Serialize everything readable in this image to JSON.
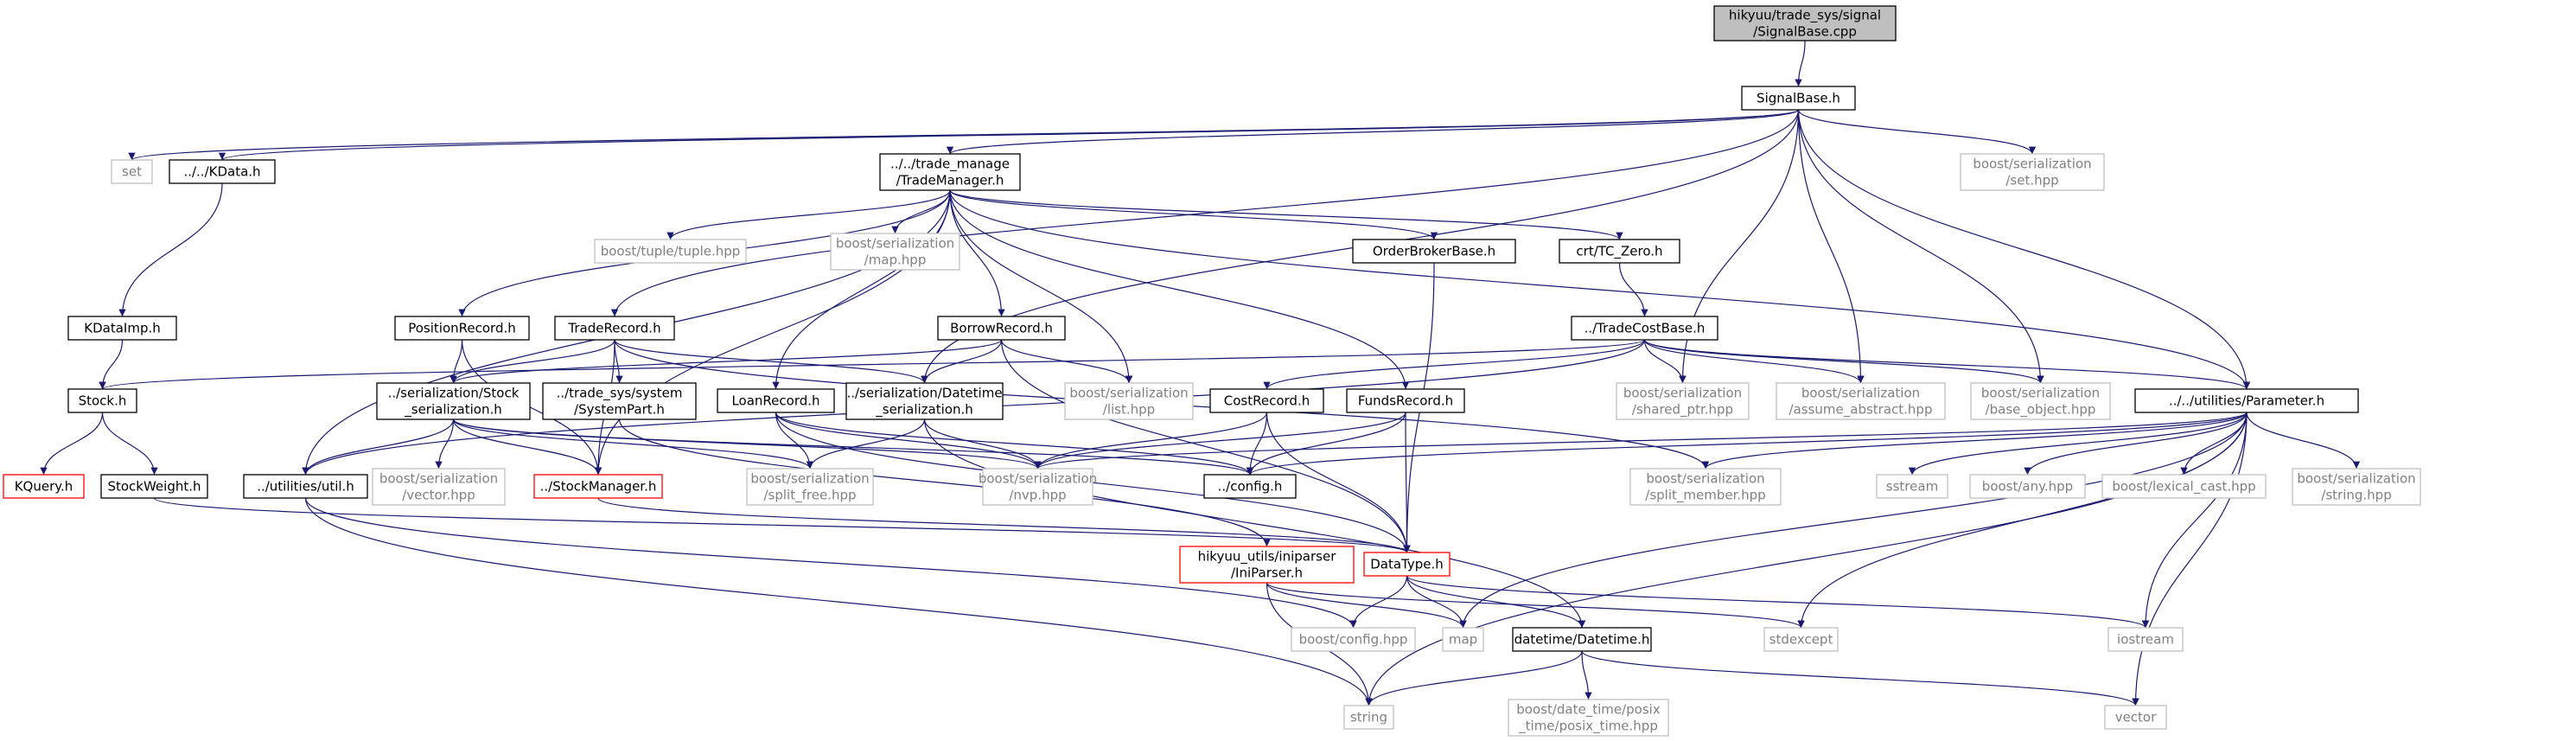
{
  "diagram": {
    "nodes": [
      {
        "id": "root",
        "label": [
          "hikyuu/trade_sys/signal",
          "/SignalBase.cpp"
        ],
        "style": "root"
      },
      {
        "id": "signalbase",
        "label": [
          "SignalBase.h"
        ],
        "style": "black"
      },
      {
        "id": "set",
        "label": [
          "set"
        ],
        "style": "gray"
      },
      {
        "id": "kdata",
        "label": [
          "../../KData.h"
        ],
        "style": "black"
      },
      {
        "id": "trademgr",
        "label": [
          "../../trade_manage",
          "/TradeManager.h"
        ],
        "style": "black"
      },
      {
        "id": "bs_set",
        "label": [
          "boost/serialization",
          "/set.hpp"
        ],
        "style": "gray"
      },
      {
        "id": "tuple",
        "label": [
          "boost/tuple/tuple.hpp"
        ],
        "style": "gray"
      },
      {
        "id": "bs_map",
        "label": [
          "boost/serialization",
          "/map.hpp"
        ],
        "style": "gray"
      },
      {
        "id": "orderbroker",
        "label": [
          "OrderBrokerBase.h"
        ],
        "style": "black"
      },
      {
        "id": "tczero",
        "label": [
          "crt/TC_Zero.h"
        ],
        "style": "black"
      },
      {
        "id": "kdataimp",
        "label": [
          "KDataImp.h"
        ],
        "style": "black"
      },
      {
        "id": "posrec",
        "label": [
          "PositionRecord.h"
        ],
        "style": "black"
      },
      {
        "id": "traderec",
        "label": [
          "TradeRecord.h"
        ],
        "style": "black"
      },
      {
        "id": "borrowrec",
        "label": [
          "BorrowRecord.h"
        ],
        "style": "black"
      },
      {
        "id": "tradecost",
        "label": [
          "../TradeCostBase.h"
        ],
        "style": "black"
      },
      {
        "id": "stock",
        "label": [
          "Stock.h"
        ],
        "style": "black"
      },
      {
        "id": "ser_stock",
        "label": [
          "../serialization/Stock",
          "_serialization.h"
        ],
        "style": "black"
      },
      {
        "id": "systempart",
        "label": [
          "../trade_sys/system",
          "/SystemPart.h"
        ],
        "style": "black"
      },
      {
        "id": "loanrec",
        "label": [
          "LoanRecord.h"
        ],
        "style": "black"
      },
      {
        "id": "ser_dt",
        "label": [
          "../serialization/Datetime",
          "_serialization.h"
        ],
        "style": "black"
      },
      {
        "id": "bs_list",
        "label": [
          "boost/serialization",
          "/list.hpp"
        ],
        "style": "gray"
      },
      {
        "id": "costrec",
        "label": [
          "CostRecord.h"
        ],
        "style": "black"
      },
      {
        "id": "fundsrec",
        "label": [
          "FundsRecord.h"
        ],
        "style": "black"
      },
      {
        "id": "bs_shared",
        "label": [
          "boost/serialization",
          "/shared_ptr.hpp"
        ],
        "style": "gray"
      },
      {
        "id": "bs_assume",
        "label": [
          "boost/serialization",
          "/assume_abstract.hpp"
        ],
        "style": "gray"
      },
      {
        "id": "bs_baseobj",
        "label": [
          "boost/serialization",
          "/base_object.hpp"
        ],
        "style": "gray"
      },
      {
        "id": "parameter",
        "label": [
          "../../utilities/Parameter.h"
        ],
        "style": "black"
      },
      {
        "id": "kquery",
        "label": [
          "KQuery.h"
        ],
        "style": "red"
      },
      {
        "id": "stockweight",
        "label": [
          "StockWeight.h"
        ],
        "style": "black"
      },
      {
        "id": "util",
        "label": [
          "../utilities/util.h"
        ],
        "style": "black"
      },
      {
        "id": "bs_vector",
        "label": [
          "boost/serialization",
          "/vector.hpp"
        ],
        "style": "gray"
      },
      {
        "id": "stockmgr",
        "label": [
          "../StockManager.h"
        ],
        "style": "red"
      },
      {
        "id": "bs_splitfree",
        "label": [
          "boost/serialization",
          "/split_free.hpp"
        ],
        "style": "gray"
      },
      {
        "id": "bs_nvp",
        "label": [
          "boost/serialization",
          "/nvp.hpp"
        ],
        "style": "gray"
      },
      {
        "id": "config",
        "label": [
          "../config.h"
        ],
        "style": "black"
      },
      {
        "id": "bs_splitmember",
        "label": [
          "boost/serialization",
          "/split_member.hpp"
        ],
        "style": "gray"
      },
      {
        "id": "sstream",
        "label": [
          "sstream"
        ],
        "style": "gray"
      },
      {
        "id": "boost_any",
        "label": [
          "boost/any.hpp"
        ],
        "style": "gray"
      },
      {
        "id": "lexical",
        "label": [
          "boost/lexical_cast.hpp"
        ],
        "style": "gray"
      },
      {
        "id": "bs_string",
        "label": [
          "boost/serialization",
          "/string.hpp"
        ],
        "style": "gray"
      },
      {
        "id": "iniparser",
        "label": [
          "hikyuu_utils/iniparser",
          "/IniParser.h"
        ],
        "style": "red"
      },
      {
        "id": "datatype",
        "label": [
          "DataType.h"
        ],
        "style": "red"
      },
      {
        "id": "boostconfig",
        "label": [
          "boost/config.hpp"
        ],
        "style": "gray"
      },
      {
        "id": "map",
        "label": [
          "map"
        ],
        "style": "gray"
      },
      {
        "id": "datetime",
        "label": [
          "datetime/Datetime.h"
        ],
        "style": "black"
      },
      {
        "id": "stdexcept",
        "label": [
          "stdexcept"
        ],
        "style": "gray"
      },
      {
        "id": "iostream",
        "label": [
          "iostream"
        ],
        "style": "gray"
      },
      {
        "id": "string",
        "label": [
          "string"
        ],
        "style": "gray"
      },
      {
        "id": "posix",
        "label": [
          "boost/date_time/posix",
          "_time/posix_time.hpp"
        ],
        "style": "gray"
      },
      {
        "id": "vector",
        "label": [
          "vector"
        ],
        "style": "gray"
      }
    ],
    "edges": [
      [
        "root",
        "signalbase"
      ],
      [
        "signalbase",
        "set"
      ],
      [
        "signalbase",
        "kdata"
      ],
      [
        "signalbase",
        "trademgr"
      ],
      [
        "signalbase",
        "bs_set"
      ],
      [
        "signalbase",
        "traderec"
      ],
      [
        "signalbase",
        "parameter"
      ],
      [
        "signalbase",
        "bs_shared"
      ],
      [
        "signalbase",
        "bs_assume"
      ],
      [
        "signalbase",
        "bs_baseobj"
      ],
      [
        "signalbase",
        "ser_dt"
      ],
      [
        "kdata",
        "kdataimp"
      ],
      [
        "kdataimp",
        "stock"
      ],
      [
        "stock",
        "kquery"
      ],
      [
        "stock",
        "stockweight"
      ],
      [
        "trademgr",
        "tuple"
      ],
      [
        "trademgr",
        "bs_map"
      ],
      [
        "trademgr",
        "orderbroker"
      ],
      [
        "trademgr",
        "tczero"
      ],
      [
        "trademgr",
        "posrec"
      ],
      [
        "trademgr",
        "borrowrec"
      ],
      [
        "trademgr",
        "loanrec"
      ],
      [
        "trademgr",
        "fundsrec"
      ],
      [
        "trademgr",
        "bs_list"
      ],
      [
        "trademgr",
        "util"
      ],
      [
        "trademgr",
        "parameter"
      ],
      [
        "trademgr",
        "stockmgr"
      ],
      [
        "tczero",
        "tradecost"
      ],
      [
        "tradecost",
        "stock"
      ],
      [
        "tradecost",
        "costrec"
      ],
      [
        "tradecost",
        "bs_shared"
      ],
      [
        "tradecost",
        "bs_assume"
      ],
      [
        "tradecost",
        "bs_baseobj"
      ],
      [
        "tradecost",
        "parameter"
      ],
      [
        "tradecost",
        "util"
      ],
      [
        "orderbroker",
        "datatype"
      ],
      [
        "posrec",
        "ser_stock"
      ],
      [
        "posrec",
        "stockmgr"
      ],
      [
        "traderec",
        "ser_stock"
      ],
      [
        "traderec",
        "systempart"
      ],
      [
        "traderec",
        "ser_dt"
      ],
      [
        "traderec",
        "stockmgr"
      ],
      [
        "traderec",
        "bs_splitmember"
      ],
      [
        "borrowrec",
        "ser_stock"
      ],
      [
        "borrowrec",
        "ser_dt"
      ],
      [
        "borrowrec",
        "bs_list"
      ],
      [
        "borrowrec",
        "datatype"
      ],
      [
        "ser_stock",
        "util"
      ],
      [
        "ser_stock",
        "bs_vector"
      ],
      [
        "ser_stock",
        "stockmgr"
      ],
      [
        "ser_stock",
        "bs_splitfree"
      ],
      [
        "ser_stock",
        "bs_nvp"
      ],
      [
        "ser_stock",
        "config"
      ],
      [
        "systempart",
        "iniparser"
      ],
      [
        "loanrec",
        "bs_splitfree"
      ],
      [
        "loanrec",
        "bs_nvp"
      ],
      [
        "loanrec",
        "config"
      ],
      [
        "loanrec",
        "datatype"
      ],
      [
        "ser_dt",
        "bs_splitfree"
      ],
      [
        "ser_dt",
        "bs_nvp"
      ],
      [
        "ser_dt",
        "datetime"
      ],
      [
        "costrec",
        "bs_nvp"
      ],
      [
        "costrec",
        "config"
      ],
      [
        "costrec",
        "datatype"
      ],
      [
        "fundsrec",
        "bs_nvp"
      ],
      [
        "fundsrec",
        "config"
      ],
      [
        "fundsrec",
        "datatype"
      ],
      [
        "parameter",
        "sstream"
      ],
      [
        "parameter",
        "boost_any"
      ],
      [
        "parameter",
        "lexical"
      ],
      [
        "parameter",
        "bs_string"
      ],
      [
        "parameter",
        "bs_splitmember"
      ],
      [
        "parameter",
        "bs_nvp"
      ],
      [
        "parameter",
        "config"
      ],
      [
        "parameter",
        "map"
      ],
      [
        "parameter",
        "stdexcept"
      ],
      [
        "parameter",
        "iostream"
      ],
      [
        "parameter",
        "string"
      ],
      [
        "parameter",
        "vector"
      ],
      [
        "stockweight",
        "datatype"
      ],
      [
        "stockmgr",
        "datatype"
      ],
      [
        "util",
        "boostconfig"
      ],
      [
        "util",
        "string"
      ],
      [
        "iniparser",
        "map"
      ],
      [
        "iniparser",
        "string"
      ],
      [
        "iniparser",
        "stdexcept"
      ],
      [
        "datatype",
        "boostconfig"
      ],
      [
        "datatype",
        "map"
      ],
      [
        "datatype",
        "datetime"
      ],
      [
        "datatype",
        "iostream"
      ],
      [
        "datetime",
        "string"
      ],
      [
        "datetime",
        "posix"
      ],
      [
        "datetime",
        "vector"
      ]
    ],
    "colors": {
      "black_border": "#000000",
      "gray_border": "#bfbfbf",
      "red_border": "#ff0000",
      "root_fill": "#bfbfbf",
      "gray_text": "#808080",
      "edge": "#191970"
    }
  }
}
